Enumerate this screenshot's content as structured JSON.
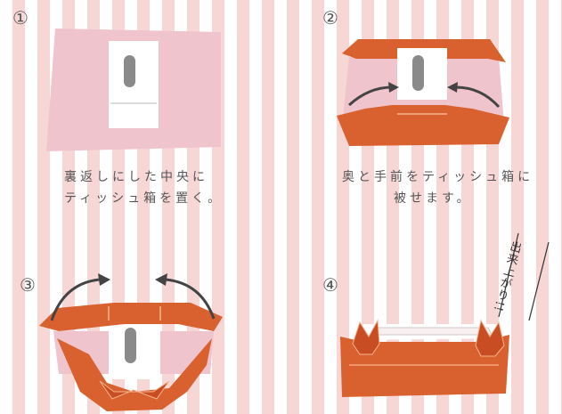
{
  "steps": [
    {
      "number": "①",
      "caption_line1": "裏返しにした中央に",
      "caption_line2": "ティッシュ箱を置く。"
    },
    {
      "number": "②",
      "caption_line1": "奥と手前をティッシュ箱に",
      "caption_line2": "被せます。"
    },
    {
      "number": "③",
      "caption_line1": "",
      "caption_line2": ""
    },
    {
      "number": "④",
      "caption_line1": "",
      "caption_line2": ""
    }
  ],
  "done_label": "出来上がり!!",
  "colors": {
    "stripe_pink": "#f7d6d6",
    "cloth_pink": "#f0c4cc",
    "cloth_orange": "#d8612f",
    "box_white": "#ffffff",
    "slot_gray": "#8a8a8a"
  }
}
